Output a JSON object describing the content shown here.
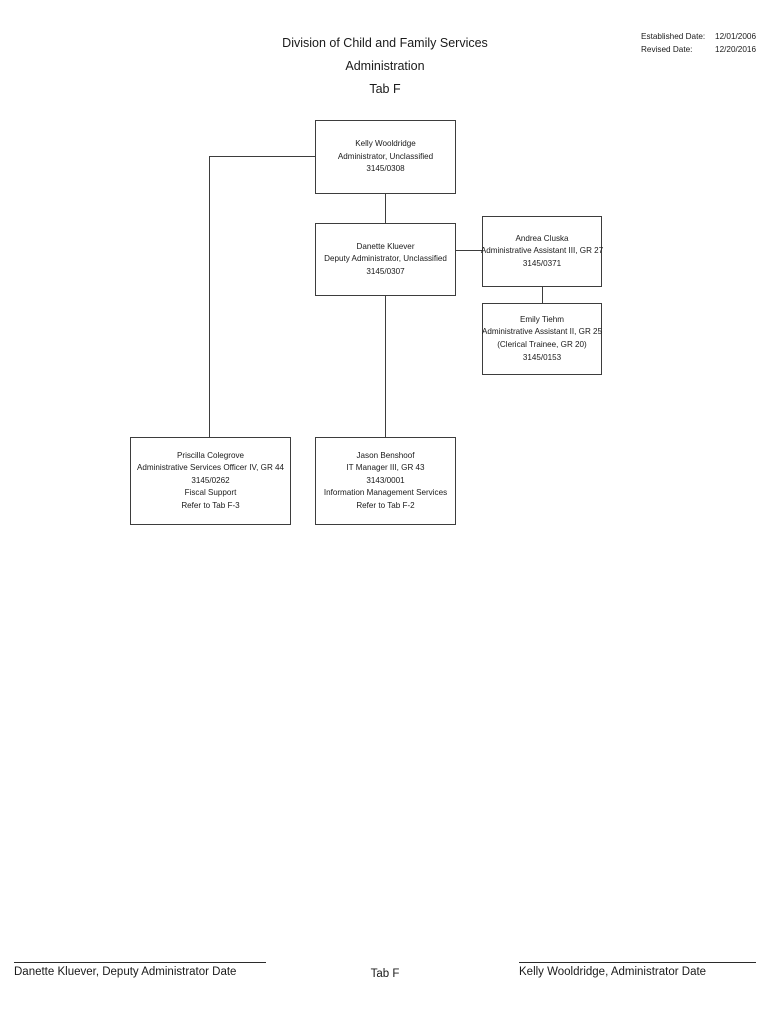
{
  "header": {
    "title_lines": [
      "Division of Child and Family Services",
      "Administration",
      "Tab F"
    ],
    "established_label": "Established Date:",
    "established_value": "12/01/2006",
    "revised_label": "Revised Date:",
    "revised_value": "12/20/2016"
  },
  "chart_data": {
    "type": "org-chart",
    "title": "Division of Child and Family Services Administration Tab F",
    "nodes": [
      {
        "id": "kelly-wooldridge",
        "lines": [
          "Kelly Wooldridge",
          "Administrator, Unclassified",
          "3145/0308"
        ]
      },
      {
        "id": "danette-kluever",
        "lines": [
          "Danette Kluever",
          "Deputy Administrator, Unclassified",
          "3145/0307"
        ]
      },
      {
        "id": "andrea-cluska",
        "lines": [
          "Andrea Cluska",
          "Administrative Assistant III, GR 27",
          "3145/0371"
        ]
      },
      {
        "id": "emily-tiehm",
        "lines": [
          "Emily Tiehm",
          "Administrative Assistant II, GR 25",
          "(Clerical Trainee, GR 20)",
          "3145/0153"
        ]
      },
      {
        "id": "priscilla-colegrove",
        "lines": [
          "Priscilla Colegrove",
          "Administrative Services Officer IV, GR 44",
          "3145/0262",
          "Fiscal Support",
          "Refer to Tab F-3"
        ]
      },
      {
        "id": "jason-benshoof",
        "lines": [
          "Jason Benshoof",
          "IT Manager III, GR 43",
          "3143/0001",
          "Information Management Services",
          "Refer to Tab F-2"
        ]
      }
    ],
    "edges": [
      {
        "from": "kelly-wooldridge",
        "to": "danette-kluever"
      },
      {
        "from": "kelly-wooldridge",
        "to": "priscilla-colegrove"
      },
      {
        "from": "danette-kluever",
        "to": "andrea-cluska"
      },
      {
        "from": "andrea-cluska",
        "to": "emily-tiehm"
      },
      {
        "from": "danette-kluever",
        "to": "jason-benshoof"
      }
    ]
  },
  "footer": {
    "signature_left": "Danette Kluever, Deputy Administrator   Date",
    "signature_right": "Kelly Wooldridge, Administrator     Date",
    "center_label": "Tab F"
  }
}
